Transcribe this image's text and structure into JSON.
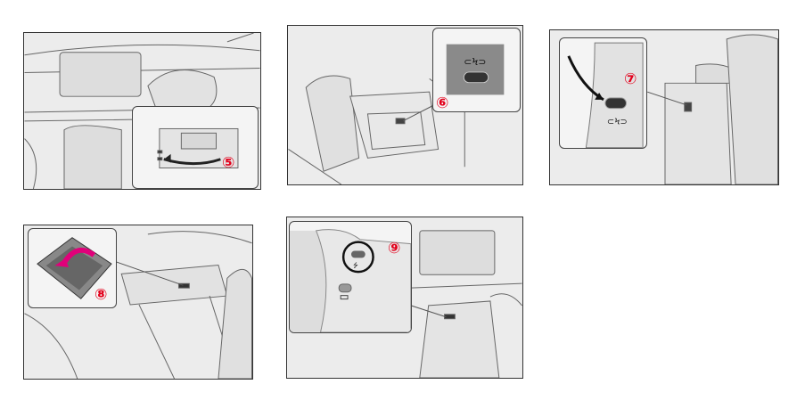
{
  "callouts": {
    "p5": "⑤",
    "p6": "⑥",
    "p7": "⑦",
    "p8": "⑧",
    "p9": "⑨"
  },
  "colors": {
    "callout": "#e3001b",
    "arrow_pink": "#e0007a",
    "line": "#555555",
    "panel_bg": "#ececec"
  }
}
